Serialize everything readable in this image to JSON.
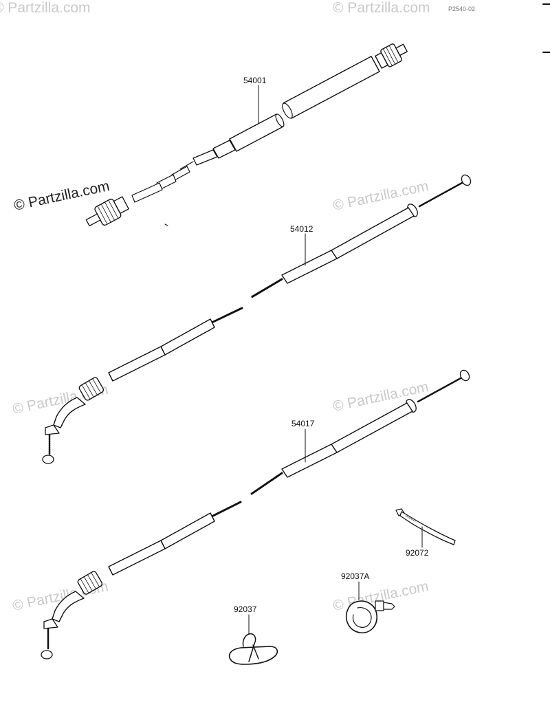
{
  "diagram": {
    "ref_code": "P2540-02",
    "watermarks": [
      "© Partzilla.com",
      "© Partzilla.com",
      "© Partzilla.com",
      "© Partzilla.com",
      "© Partzilla.com",
      "© Partzilla.com",
      "© Partzilla.com",
      "© Partzilla.com"
    ],
    "parts": [
      {
        "number": "54001"
      },
      {
        "number": "54012"
      },
      {
        "number": "54017"
      },
      {
        "number": "92072"
      },
      {
        "number": "92037A"
      },
      {
        "number": "92037"
      }
    ]
  }
}
